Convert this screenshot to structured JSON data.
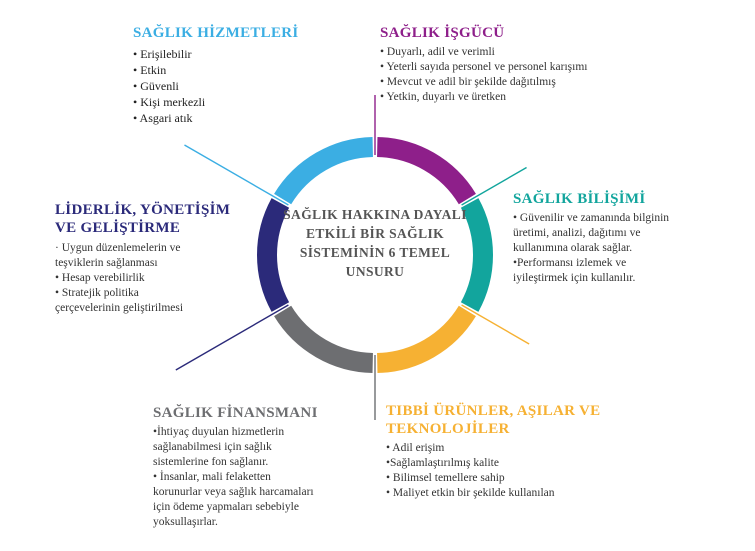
{
  "center": {
    "title": "SAĞLIK HAKKINA DAYALI ETKİLİ BİR SAĞLIK SİSTEMİNİN 6 TEMEL UNSURU"
  },
  "segments": [
    {
      "id": "hizmetler",
      "color": "#3baee3",
      "title": "SAĞLIK HİZMETLERİ",
      "items": [
        "•   Erişilebilir",
        "•   Etkin",
        "•   Güvenli",
        "•   Kişi merkezli",
        "•   Asgari atık"
      ]
    },
    {
      "id": "isgucu",
      "color": "#8e1f8a",
      "title": "SAĞLIK İŞGÜCÜ",
      "items": [
        "• Duyarlı, adil ve verimli",
        "• Yeterli sayıda personel ve personel karışımı",
        "•  Mevcut ve adil bir şekilde dağıtılmış",
        "• Yetkin, duyarlı ve üretken"
      ]
    },
    {
      "id": "bilisim",
      "color": "#12a59d",
      "title": "SAĞLIK BİLİŞİMİ",
      "items": [
        "• Güvenilir ve zamanında bilginin",
        "üretimi, analizi, dağıtımı ve",
        "kullanımına olarak sağlar.",
        "•Performansı izlemek ve",
        "iyileştirmek için kullanılır."
      ]
    },
    {
      "id": "urunler",
      "color": "#f6b133",
      "title": "TIBBİ ÜRÜNLER, AŞILAR VE TEKNOLOJİLER",
      "items": [
        "• Adil erişim",
        "•Sağlamlaştırılmış kalite",
        "• Bilimsel temellere sahip",
        "• Maliyet etkin bir şekilde kullanılan"
      ]
    },
    {
      "id": "finansman",
      "color": "#6d6e71",
      "title": "SAĞLIK FİNANSMANI",
      "items": [
        "•İhtiyaç duyulan hizmetlerin",
        "sağlanabilmesi için sağlık",
        "sistemlerine fon sağlanır.",
        "• İnsanlar, mali felaketten",
        "korunurlar veya sağlık harcamaları",
        "için ödeme yapmaları sebebiyle",
        "yoksullaşırlar."
      ]
    },
    {
      "id": "liderlik",
      "color": "#2b2a7a",
      "title": "LİDERLİK, YÖNETİŞİM VE GELİŞTİRME",
      "items": [
        "· Uygun düzenlemelerin ve",
        "teşviklerin sağlanması",
        "• Hesap verebilirlik",
        "• Stratejik politika",
        "çerçevelerinin geliştirilmesi"
      ]
    }
  ]
}
